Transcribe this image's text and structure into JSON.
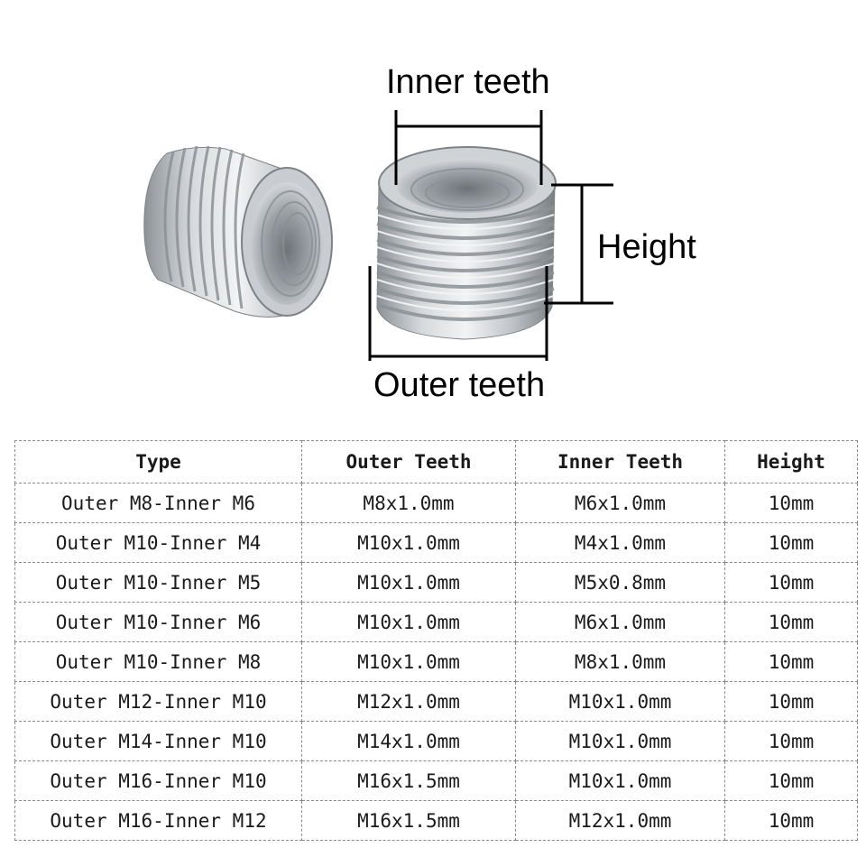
{
  "labels": {
    "inner_teeth": "Inner teeth",
    "height": "Height",
    "outer_teeth": "Outer teeth"
  },
  "table": {
    "headers": [
      "Type",
      "Outer Teeth",
      "Inner Teeth",
      "Height"
    ],
    "rows": [
      [
        "Outer M8-Inner M6",
        "M8x1.0mm",
        "M6x1.0mm",
        "10mm"
      ],
      [
        "Outer M10-Inner M4",
        "M10x1.0mm",
        "M4x1.0mm",
        "10mm"
      ],
      [
        "Outer M10-Inner M5",
        "M10x1.0mm",
        "M5x0.8mm",
        "10mm"
      ],
      [
        "Outer M10-Inner M6",
        "M10x1.0mm",
        "M6x1.0mm",
        "10mm"
      ],
      [
        "Outer M10-Inner M8",
        "M10x1.0mm",
        "M8x1.0mm",
        "10mm"
      ],
      [
        "Outer M12-Inner M10",
        "M12x1.0mm",
        "M10x1.0mm",
        "10mm"
      ],
      [
        "Outer M14-Inner M10",
        "M14x1.0mm",
        "M10x1.0mm",
        "10mm"
      ],
      [
        "Outer M16-Inner M10",
        "M16x1.5mm",
        "M10x1.0mm",
        "10mm"
      ],
      [
        "Outer M16-Inner M12",
        "M16x1.5mm",
        "M12x1.0mm",
        "10mm"
      ]
    ]
  },
  "colors": {
    "metal_light": "#e6e8ea",
    "metal_mid": "#b4b8bc",
    "metal_dark": "#6e7378",
    "dimension_line": "#000000",
    "grid_line": "#8a8a8a"
  }
}
